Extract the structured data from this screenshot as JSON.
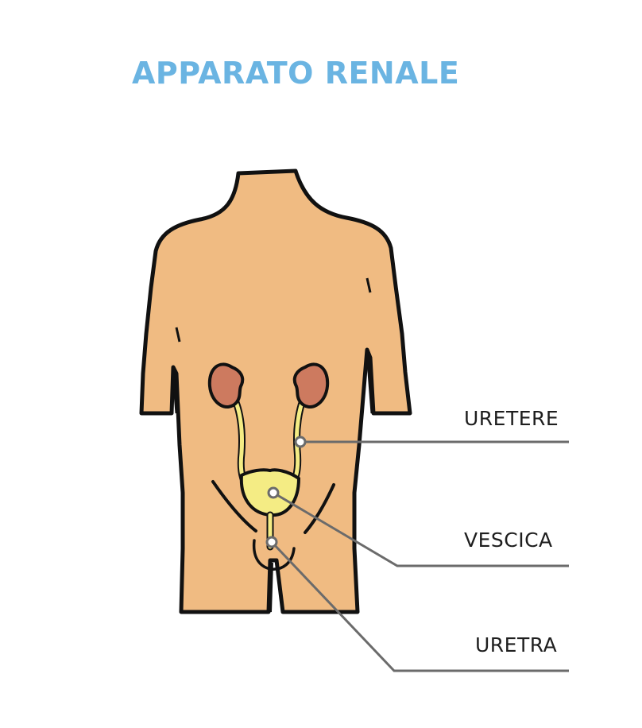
{
  "title": "APPARATO RENALE",
  "labels": {
    "ureter": "URETERE",
    "bladder": "VESCICA",
    "urethra": "URETRA"
  },
  "colors": {
    "title": "#6ab4e2",
    "skin": "#f0bb82",
    "outline": "#111111",
    "kidney": "#cd7a5f",
    "urinary_tract": "#f4ec84",
    "leader_line": "#6b6b6b"
  }
}
